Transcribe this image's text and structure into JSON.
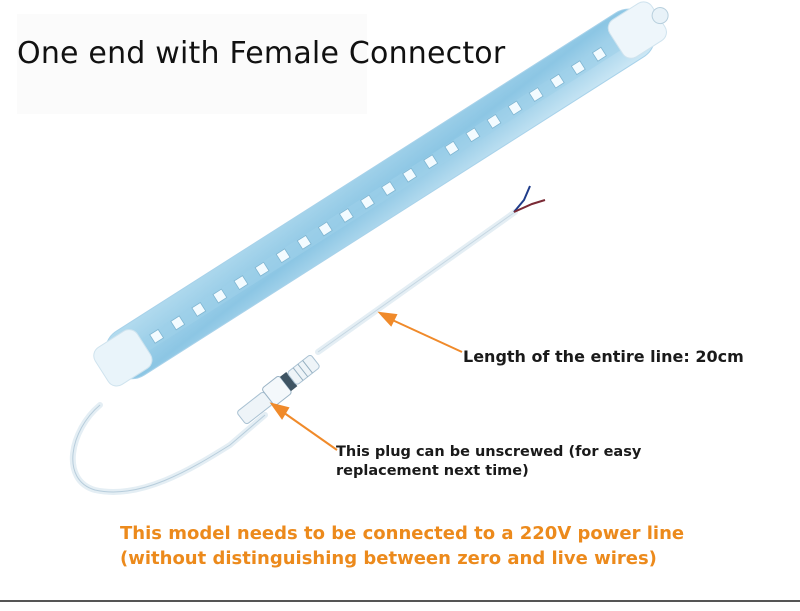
{
  "title": "One end with Female Connector",
  "annotations": {
    "length": "Length of the entire line: 20cm",
    "plug_line1": "This plug can be unscrewed (for easy",
    "plug_line2": "replacement next time)"
  },
  "note": "This model needs to be connected to a 220V power line (without distinguishing between zero and live wires)",
  "colors": {
    "note_orange": "#ec8a1c",
    "arrow_orange": "#f08a2a",
    "tube_blue": "#8ec8e6"
  }
}
